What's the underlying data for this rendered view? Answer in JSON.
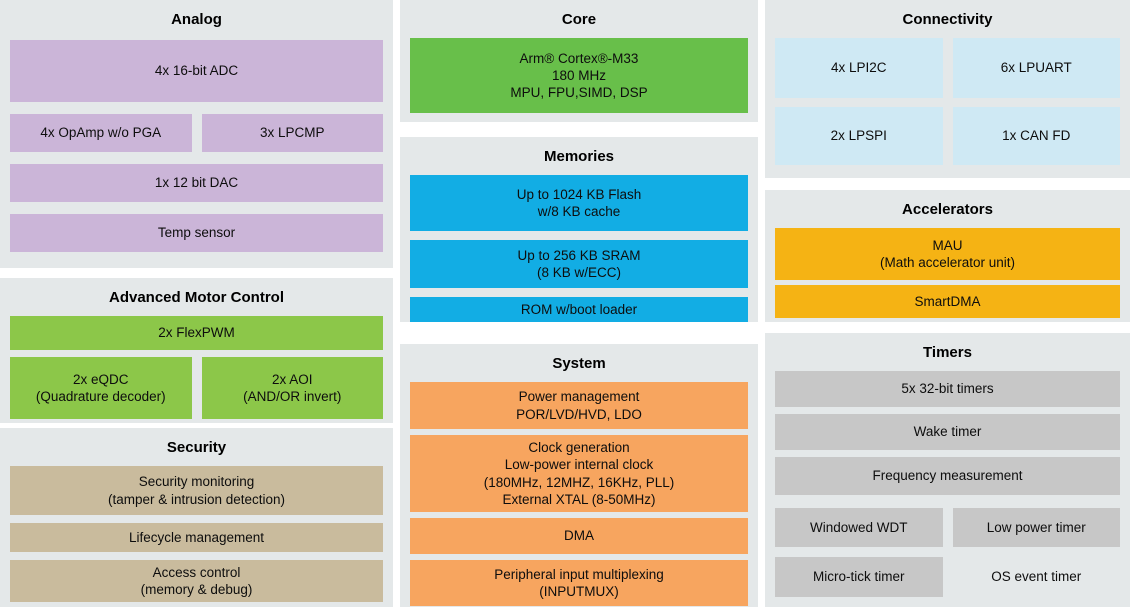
{
  "colors": {
    "page_bg": "#ffffff",
    "panel_bg": "#e4e8e9",
    "text": "#0d0d0d",
    "analog": "#cbb5d8",
    "motor": "#8cc749",
    "security": "#c9bb9d",
    "core": "#68bf4a",
    "memories": "#12ade4",
    "system": "#f7a55f",
    "connectivity": "#cfe9f4",
    "accelerators": "#f5b314",
    "timers": "#c7c7c7"
  },
  "panels": {
    "analog": {
      "title": "Analog",
      "blocks": {
        "adc": {
          "lines": [
            "4x 16-bit ADC"
          ]
        },
        "opamp": {
          "lines": [
            "4x OpAmp w/o PGA"
          ]
        },
        "lpcmp": {
          "lines": [
            "3x LPCMP"
          ]
        },
        "dac": {
          "lines": [
            "1x 12 bit DAC"
          ]
        },
        "temp": {
          "lines": [
            "Temp sensor"
          ]
        }
      }
    },
    "motor": {
      "title": "Advanced Motor Control",
      "blocks": {
        "flexpwm": {
          "lines": [
            "2x FlexPWM"
          ]
        },
        "eqdc": {
          "lines": [
            "2x eQDC",
            "(Quadrature decoder)"
          ]
        },
        "aoi": {
          "lines": [
            "2x AOI",
            "(AND/OR invert)"
          ]
        }
      }
    },
    "security": {
      "title": "Security",
      "blocks": {
        "monitoring": {
          "lines": [
            "Security monitoring",
            "(tamper & intrusion detection)"
          ]
        },
        "lifecycle": {
          "lines": [
            "Lifecycle management"
          ]
        },
        "access": {
          "lines": [
            "Access control",
            "(memory & debug)"
          ]
        }
      }
    },
    "core": {
      "title": "Core",
      "blocks": {
        "cortex": {
          "lines": [
            "Arm® Cortex®-M33",
            "180 MHz",
            "MPU, FPU,SIMD, DSP"
          ]
        }
      }
    },
    "memories": {
      "title": "Memories",
      "blocks": {
        "flash": {
          "lines": [
            "Up to 1024 KB Flash",
            "w/8 KB cache"
          ]
        },
        "sram": {
          "lines": [
            "Up to 256 KB SRAM",
            "(8 KB w/ECC)"
          ]
        },
        "rom": {
          "lines": [
            "ROM w/boot loader"
          ]
        }
      }
    },
    "system": {
      "title": "System",
      "blocks": {
        "power": {
          "lines": [
            "Power management",
            "POR/LVD/HVD, LDO"
          ]
        },
        "clock": {
          "lines": [
            "Clock generation",
            "Low-power internal clock",
            "(180MHz, 12MHZ, 16KHz, PLL)",
            "External XTAL (8-50MHz)"
          ]
        },
        "dma": {
          "lines": [
            "DMA"
          ]
        },
        "inputmux": {
          "lines": [
            "Peripheral input multiplexing",
            "(INPUTMUX)"
          ]
        }
      }
    },
    "connectivity": {
      "title": "Connectivity",
      "blocks": {
        "lpi2c": {
          "lines": [
            "4x LPI2C"
          ]
        },
        "lpuart": {
          "lines": [
            "6x LPUART"
          ]
        },
        "lpspi": {
          "lines": [
            "2x LPSPI"
          ]
        },
        "canfd": {
          "lines": [
            "1x CAN FD"
          ]
        }
      }
    },
    "accelerators": {
      "title": "Accelerators",
      "blocks": {
        "mau": {
          "lines": [
            "MAU",
            "(Math accelerator unit)"
          ]
        },
        "smartdma": {
          "lines": [
            "SmartDMA"
          ]
        }
      }
    },
    "timers": {
      "title": "Timers",
      "blocks": {
        "t32": {
          "lines": [
            "5x 32-bit timers"
          ]
        },
        "wake": {
          "lines": [
            "Wake timer"
          ]
        },
        "freq": {
          "lines": [
            "Frequency measurement"
          ]
        },
        "wdt": {
          "lines": [
            "Windowed WDT"
          ]
        },
        "lptimer": {
          "lines": [
            "Low power timer"
          ]
        },
        "microtick": {
          "lines": [
            "Micro-tick timer"
          ]
        },
        "osevent": {
          "lines": [
            "OS event timer"
          ]
        }
      }
    }
  }
}
